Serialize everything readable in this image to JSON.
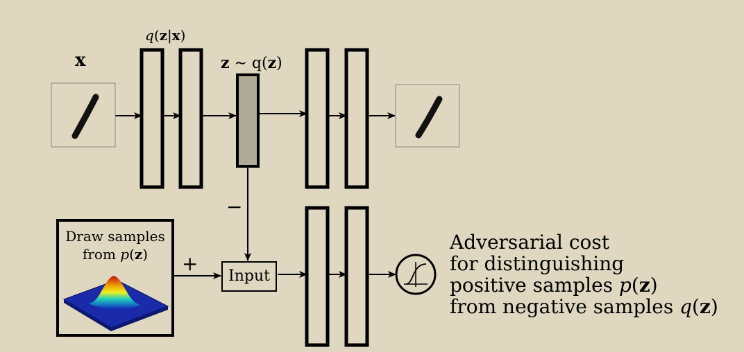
{
  "labels": {
    "x": "x",
    "encoder_prefix": "q(",
    "encoder_z": "z",
    "encoder_sep": "|",
    "encoder_x": "x",
    "encoder_suffix": ")",
    "latent_z": "z",
    "latent_mid": " ∼ q(",
    "latent_z2": "z",
    "latent_suffix": ")",
    "minus": "−",
    "plus": "+"
  },
  "sampler": {
    "line1": "Draw samples",
    "line2_prefix": "from ",
    "line2_p": "p",
    "line2_open": "(",
    "line2_z": "z",
    "line2_close": ")"
  },
  "input_box": {
    "label": "Input"
  },
  "caption": {
    "line1": "Adversarial cost",
    "line2": "for distinguishing",
    "line3_prefix": "positive samples ",
    "line3_p": "p",
    "line3_open": "(",
    "line3_z": "z",
    "line3_close": ")",
    "line4_prefix": "from negative samples ",
    "line4_q": "q",
    "line4_open": "(",
    "line4_z": "z",
    "line4_close": ")"
  },
  "colors": {
    "background": "#dfd7c0",
    "latent_fill": "#b0aa98",
    "stroke": "#000000"
  },
  "icons": [
    "digit-one-input-image",
    "digit-one-output-image",
    "gaussian-surface-icon",
    "sigmoid-icon"
  ]
}
